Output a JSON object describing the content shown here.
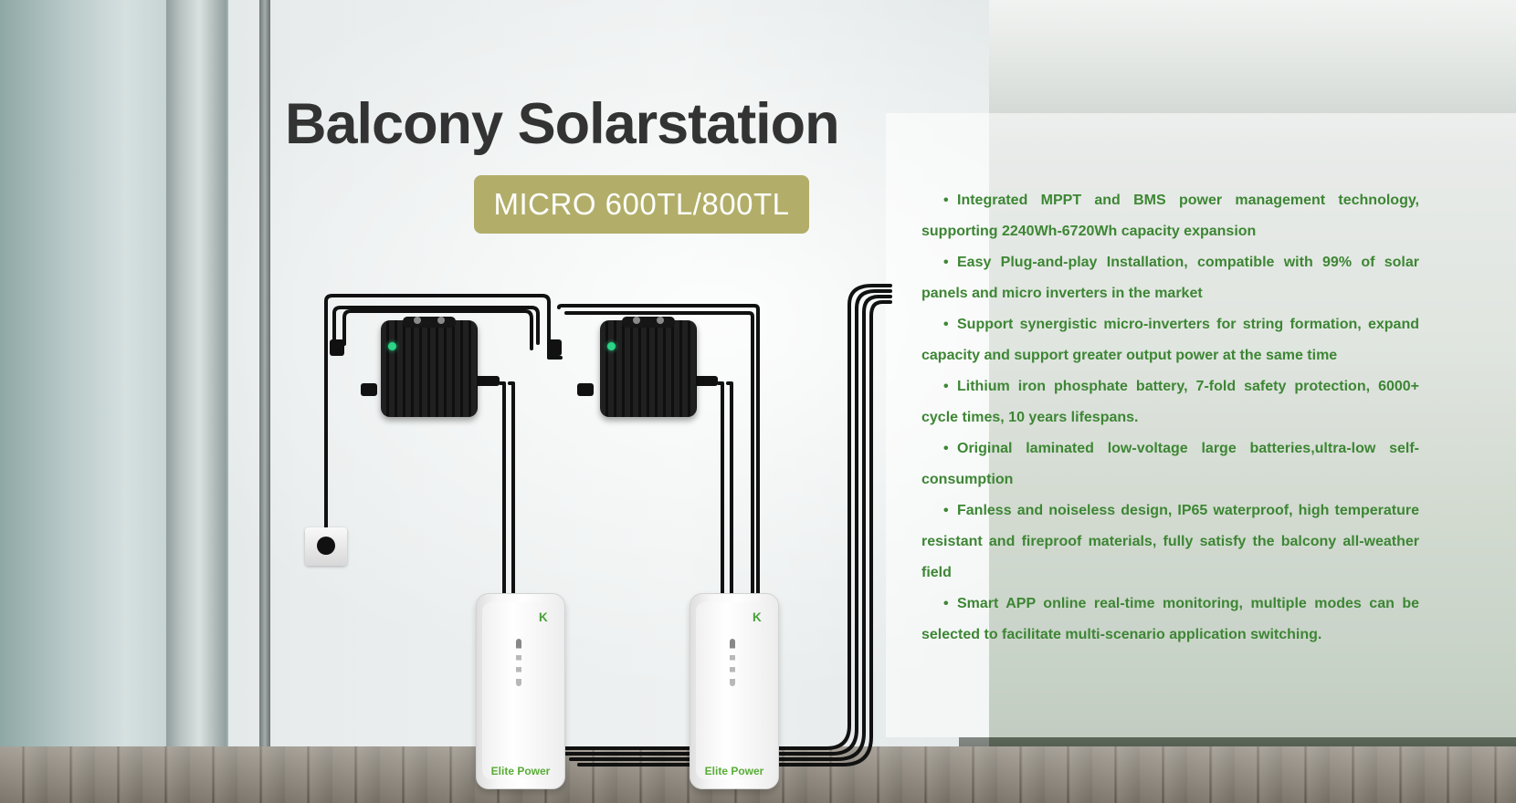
{
  "hero": {
    "title": "Balcony Solarstation",
    "model": "MICRO 600TL/800TL"
  },
  "features": [
    "Integrated MPPT and BMS power management technology, supporting 2240Wh-6720Wh capacity expansion",
    "Easy Plug-and-play Installation, compatible with 99% of solar panels and micro inverters in the market",
    "Support synergistic micro-inverters for string formation, expand capacity and support greater output power at the same time",
    "Lithium iron phosphate battery, 7-fold safety protection, 6000+ cycle times, 10 years lifespans.",
    "Original laminated low-voltage large batteries,ultra-low self-consumption",
    "Fanless and noiseless design, IP65 waterproof, high temperature resistant and fireproof materials, fully satisfy the balcony all-weather field",
    "Smart APP online real-time monitoring, multiple modes can be selected to facilitate multi-scenario application switching."
  ],
  "products": {
    "battery_label_1": "Elite Power",
    "battery_label_2": "Elite Power"
  },
  "colors": {
    "title": "#333333",
    "badge": "#b2ae6a",
    "feature_text": "#3d8634",
    "battery_label": "#58ad37"
  },
  "icons": {
    "bullet": "•"
  }
}
